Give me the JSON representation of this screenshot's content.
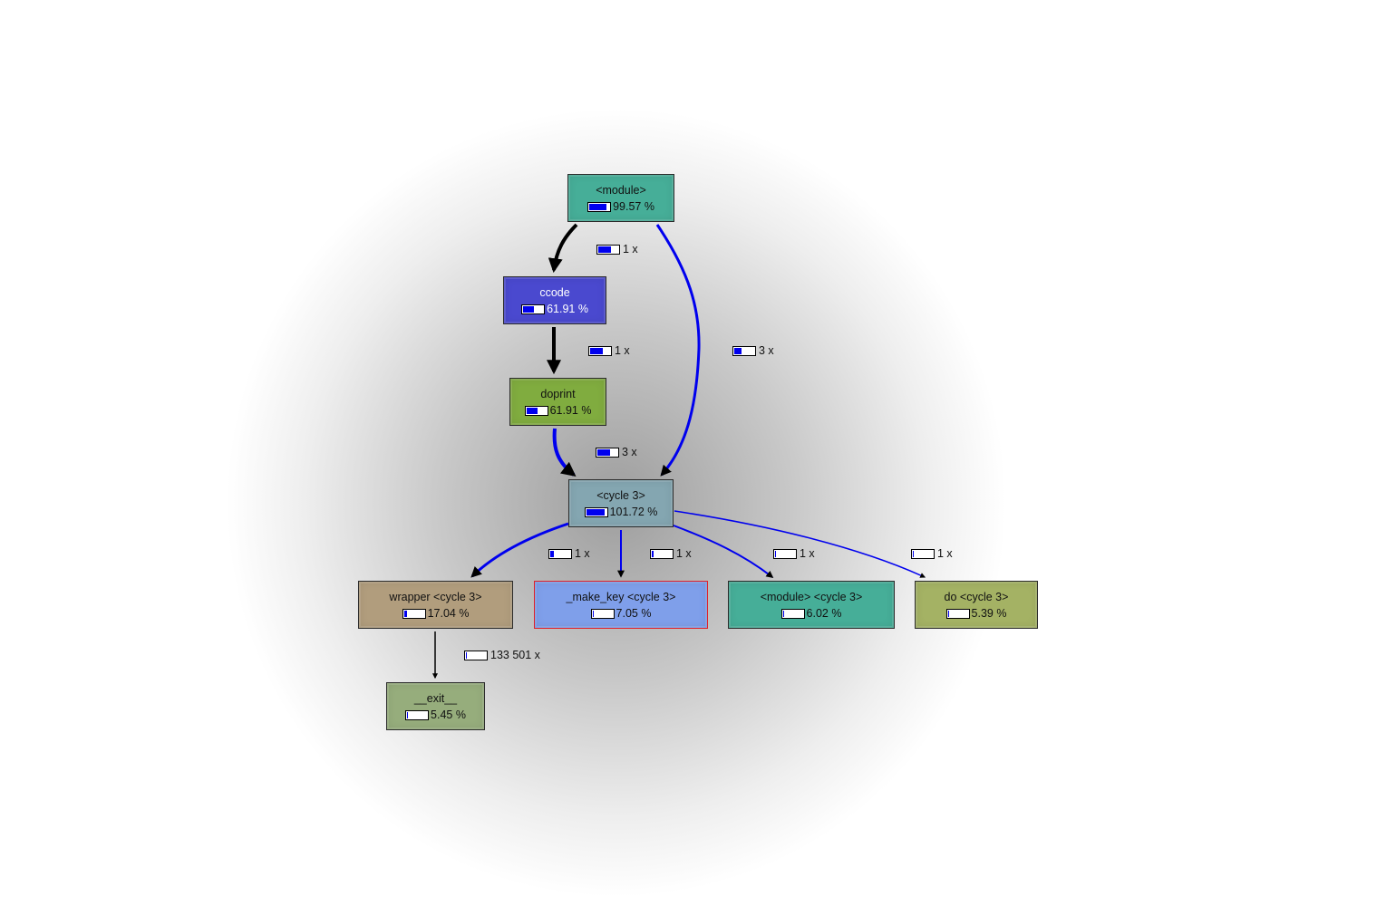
{
  "nodes": [
    {
      "id": "module",
      "title": "<module>",
      "value": "99.57 %",
      "fraction": 0.85,
      "color": "#46ae98",
      "dark": false,
      "selected": false
    },
    {
      "id": "ccode",
      "title": "ccode",
      "value": "61.91 %",
      "fraction": 0.55,
      "color": "#4a49cf",
      "dark": true,
      "selected": false
    },
    {
      "id": "doprint",
      "title": "doprint",
      "value": "61.91 %",
      "fraction": 0.55,
      "color": "#80ac3f",
      "dark": false,
      "selected": false
    },
    {
      "id": "cycle3",
      "title": "<cycle 3>",
      "value": "101.72 %",
      "fraction": 0.92,
      "color": "#84a6b1",
      "dark": false,
      "selected": false
    },
    {
      "id": "wrapper",
      "title": "wrapper <cycle 3>",
      "value": "17.04 %",
      "fraction": 0.15,
      "color": "#b19d7d",
      "dark": false,
      "selected": false
    },
    {
      "id": "make_key",
      "title": "_make_key <cycle 3>",
      "value": "7.05 %",
      "fraction": 0.06,
      "color": "#7f9fea",
      "dark": false,
      "selected": true
    },
    {
      "id": "module_cycle3",
      "title": "<module> <cycle 3>",
      "value": "6.02 %",
      "fraction": 0.05,
      "color": "#46ae98",
      "dark": false,
      "selected": false
    },
    {
      "id": "do_cycle3",
      "title": "do <cycle 3>",
      "value": "5.39 %",
      "fraction": 0.05,
      "color": "#a4b264",
      "dark": false,
      "selected": false
    },
    {
      "id": "exit",
      "title": "__exit__",
      "value": "5.45 %",
      "fraction": 0.05,
      "color": "#96ad7c",
      "dark": false,
      "selected": false
    }
  ],
  "edges": [
    {
      "from": "module",
      "to": "ccode",
      "label": "1 x",
      "fraction": 0.62,
      "color": "#000000"
    },
    {
      "from": "module",
      "to": "cycle3",
      "label": "3 x",
      "fraction": 0.38,
      "color": "#0000ee"
    },
    {
      "from": "ccode",
      "to": "doprint",
      "label": "1 x",
      "fraction": 0.62,
      "color": "#000000"
    },
    {
      "from": "doprint",
      "to": "cycle3",
      "label": "3 x",
      "fraction": 0.62,
      "color": "#0000ee"
    },
    {
      "from": "cycle3",
      "to": "wrapper",
      "label": "1 x",
      "fraction": 0.17,
      "color": "#0000ee"
    },
    {
      "from": "cycle3",
      "to": "make_key",
      "label": "1 x",
      "fraction": 0.07,
      "color": "#0000ee"
    },
    {
      "from": "cycle3",
      "to": "module_cycle3",
      "label": "1 x",
      "fraction": 0.06,
      "color": "#0000ee"
    },
    {
      "from": "cycle3",
      "to": "do_cycle3",
      "label": "1 x",
      "fraction": 0.05,
      "color": "#0000ee"
    },
    {
      "from": "wrapper",
      "to": "exit",
      "label": "133 501 x",
      "fraction": 0.05,
      "color": "#000000"
    }
  ]
}
